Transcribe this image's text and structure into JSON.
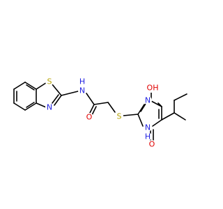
{
  "colors": {
    "background": "#ffffff",
    "bond": "#000000",
    "S": "#b3a100",
    "N": "#2020e0",
    "O": "#e00000"
  },
  "molecule": {
    "atoms": [
      {
        "id": "s1",
        "symbol": "S",
        "text": "S"
      },
      {
        "id": "n1",
        "symbol": "N",
        "text": "N"
      },
      {
        "id": "nh_amide",
        "symbol": "N",
        "text": "N"
      },
      {
        "id": "h_amide",
        "symbol": "N",
        "text": "H"
      },
      {
        "id": "o_carbonyl",
        "symbol": "O",
        "text": "O"
      },
      {
        "id": "s_thio",
        "symbol": "S",
        "text": "S"
      },
      {
        "id": "n_pyr_top",
        "symbol": "N",
        "text": "N"
      },
      {
        "id": "n_pyr_bottom",
        "symbol": "N",
        "text": "N"
      },
      {
        "id": "h_pyr",
        "symbol": "N",
        "text": "H"
      },
      {
        "id": "oh_top",
        "symbol": "O",
        "text": "OH"
      },
      {
        "id": "o_bottom",
        "symbol": "O",
        "text": "O"
      }
    ]
  }
}
